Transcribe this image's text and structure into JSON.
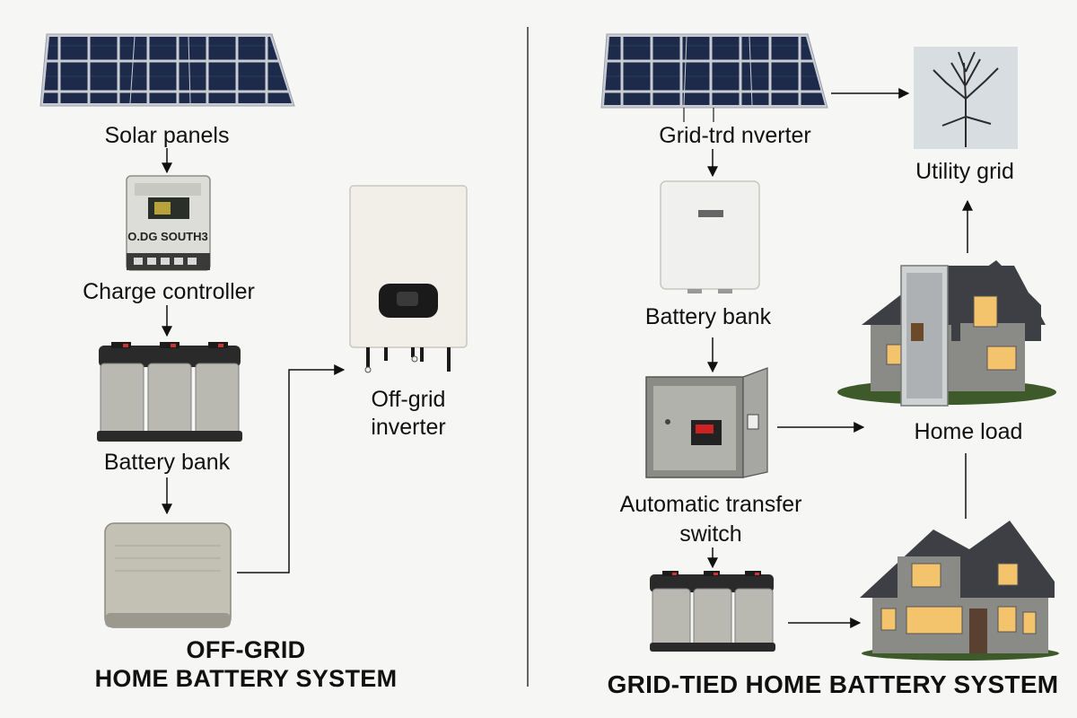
{
  "off_grid": {
    "title_line1": "OFF-GRID",
    "title_line2": "HOME BATTERY SYSTEM",
    "labels": {
      "solar_panels": "Solar panels",
      "charge_controller": "Charge controller",
      "battery_bank": "Battery bank",
      "inverter_line1": "Off-grid",
      "inverter_line2": "inverter"
    },
    "controller_screen_text": "O.DG SOUTH3"
  },
  "grid_tied": {
    "title": "GRID-TIED HOME BATTERY SYSTEM",
    "labels": {
      "inverter": "Grid-trd nverter",
      "utility_grid": "Utility grid",
      "battery_bank": "Battery bank",
      "transfer_switch_line1": "Automatic transfer",
      "transfer_switch_line2": "switch",
      "home_load": "Home load"
    }
  },
  "colors": {
    "background": "#f6f6f4",
    "panel_cell": "#1d2a4a",
    "battery_top": "#2a2a2a",
    "battery_body": "#b9b9b2",
    "house_roof": "#3e3f44",
    "house_wall": "#8a8b86",
    "window_glow": "#f3c46b",
    "grass": "#3f5a2a",
    "switch_indicator": "#cc2222"
  }
}
